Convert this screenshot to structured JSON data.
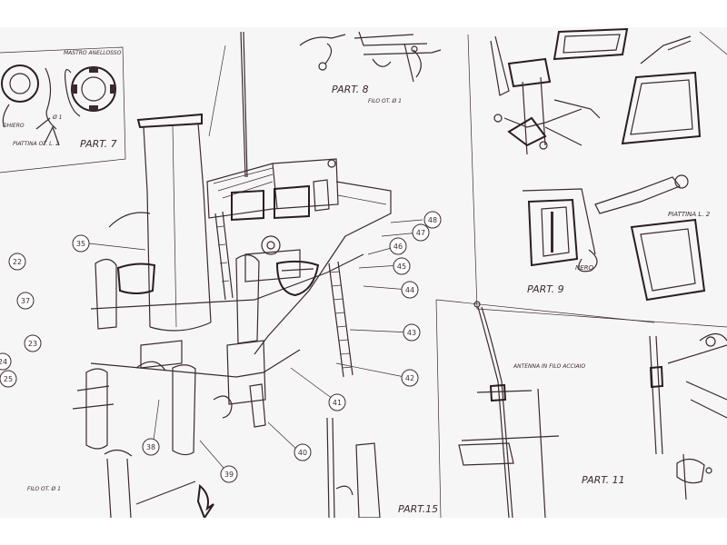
{
  "parts": {
    "part7": "PART. 7",
    "part8": "PART. 8",
    "part9": "PART. 9",
    "part11": "PART. 11",
    "part15": "PART.15"
  },
  "notes": {
    "mastro": "MASTRO ANELLOSSO",
    "filo_part8": "FILO OT. Ø 1",
    "filo_bottom": "FILO OT. Ø 1",
    "piattina_left": "PIATTINA OT. L. 2",
    "piattina_right": "PIATTINA L. 2",
    "nero": "NERO",
    "antenna": "ANTENNA IN FILO ACCIAIO",
    "ghiero": "GHIERO",
    "filo_small": "Ø 1"
  },
  "callouts": [
    "22",
    "37",
    "23",
    "24",
    "25",
    "35",
    "38",
    "39",
    "40",
    "41",
    "42",
    "43",
    "44",
    "45",
    "46",
    "47",
    "48"
  ]
}
